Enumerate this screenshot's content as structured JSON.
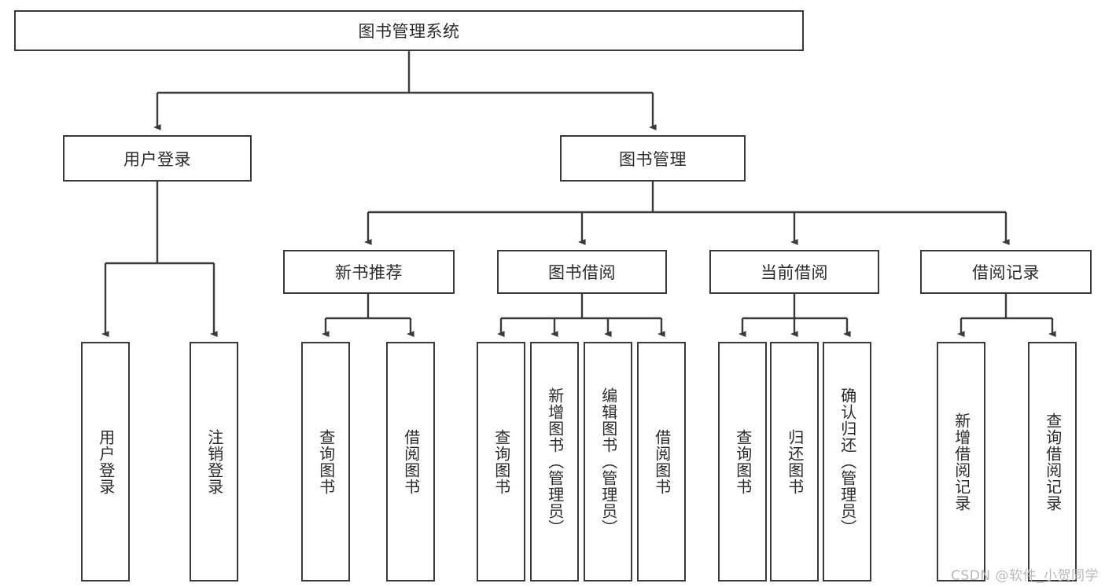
{
  "diagram": {
    "title": "图书管理系统",
    "watermark": "CSDN @软件_小贺同学",
    "line_color": "#3a3a3a",
    "text_color": "#2b2b2b",
    "background": "#ffffff",
    "nodes": {
      "root": "图书管理系统",
      "level2": {
        "user_login": "用户登录",
        "book_manage": "图书管理"
      },
      "level3": {
        "new_book_recommend": "新书推荐",
        "book_borrow": "图书借阅",
        "current_borrow": "当前借阅",
        "borrow_record": "借阅记录"
      },
      "leaves": {
        "login_user_login": "用户登录",
        "login_logout": "注销登录",
        "recommend_query_book": "查询图书",
        "recommend_borrow_book": "借阅图书",
        "borrow_query_book": "查询图书",
        "borrow_add_book": "新增图书（管理员）",
        "borrow_edit_book": "编辑图书（管理员）",
        "borrow_borrow_book": "借阅图书",
        "current_query_book": "查询图书",
        "current_return_book": "归还图书",
        "current_confirm_return": "确认归还（管理员）",
        "record_add_record": "新增借阅记录",
        "record_query_record": "查询借阅记录"
      }
    }
  }
}
